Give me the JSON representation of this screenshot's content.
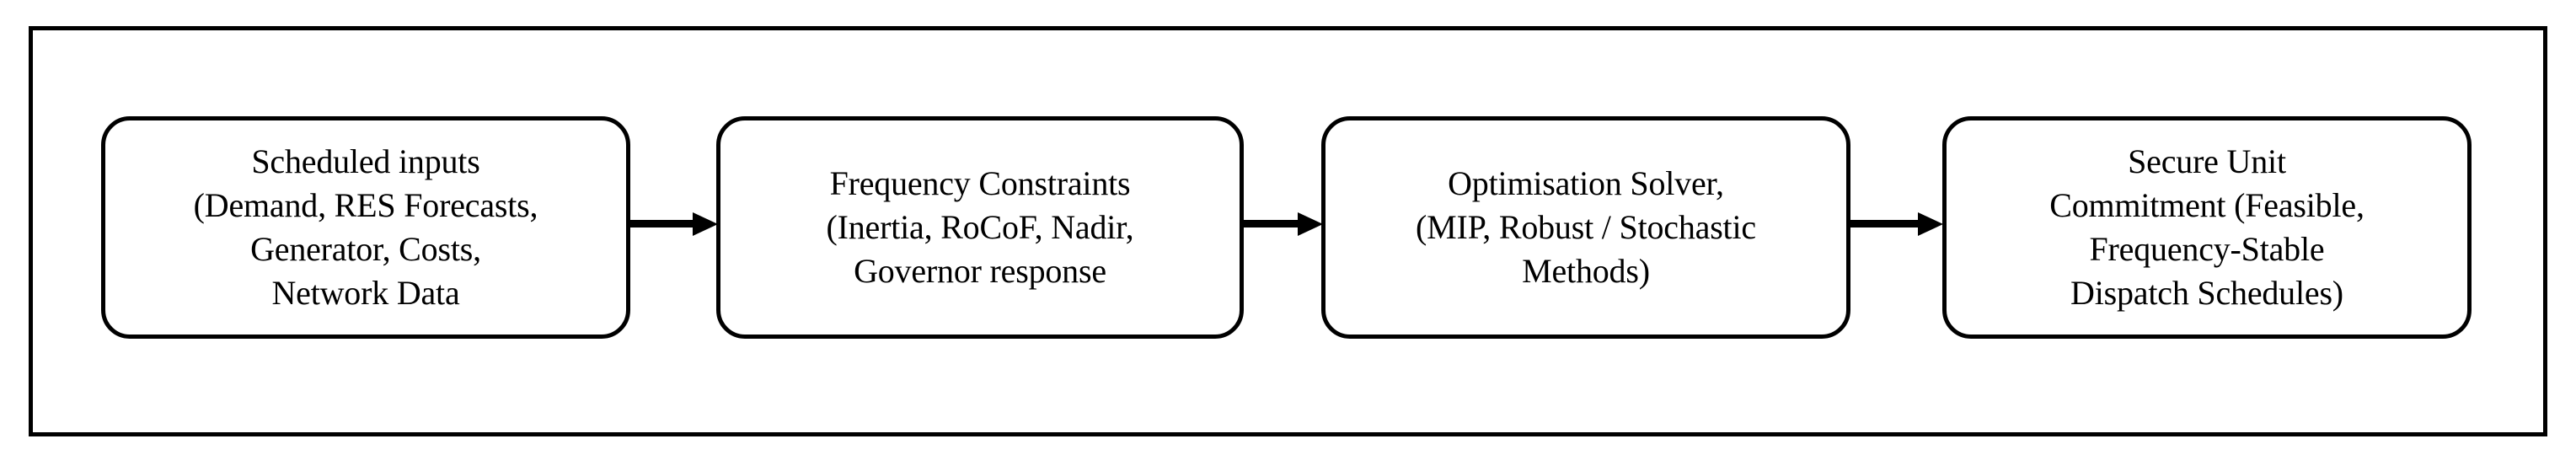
{
  "figure": {
    "type": "flowchart",
    "orientation": "left-to-right",
    "frame": {
      "border_color": "#000000",
      "background_color": "#ffffff"
    },
    "node_style": {
      "shape": "rounded-rectangle",
      "border_color": "#000000",
      "fill_color": "#ffffff",
      "text_color": "#000000"
    },
    "nodes": [
      {
        "id": "scheduled-inputs",
        "label": "Scheduled inputs\n(Demand, RES Forecasts,\nGenerator, Costs,\nNetwork Data"
      },
      {
        "id": "frequency-constraints",
        "label": "Frequency Constraints\n(Inertia, RoCoF, Nadir,\nGovernor response"
      },
      {
        "id": "optimisation-solver",
        "label": "Optimisation Solver,\n(MIP, Robust / Stochastic\nMethods)"
      },
      {
        "id": "secure-unit-commitment",
        "label": "Secure Unit\nCommitment (Feasible,\nFrequency-Stable\nDispatch Schedules)"
      }
    ],
    "edges": [
      {
        "id": "inputs-to-constraints",
        "from": "scheduled-inputs",
        "to": "frequency-constraints",
        "arrow": "right-arrow"
      },
      {
        "id": "constraints-to-solver",
        "from": "frequency-constraints",
        "to": "optimisation-solver",
        "arrow": "right-arrow"
      },
      {
        "id": "solver-to-commitment",
        "from": "optimisation-solver",
        "to": "secure-unit-commitment",
        "arrow": "right-arrow"
      }
    ]
  }
}
